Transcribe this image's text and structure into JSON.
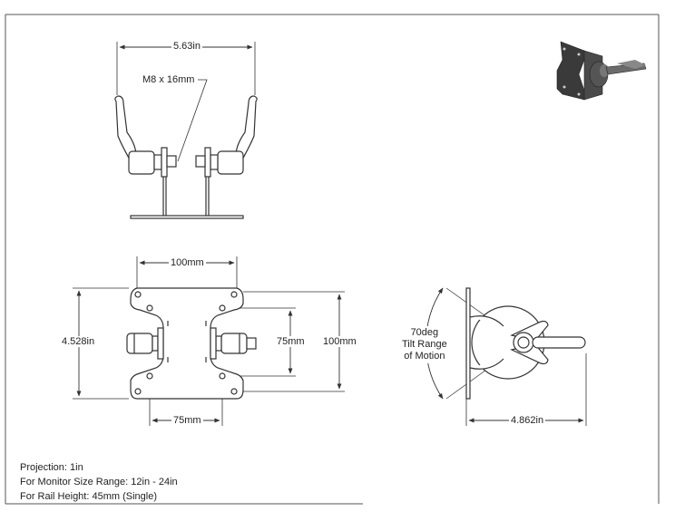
{
  "dimensions": {
    "top_width": "5.63in",
    "fastener": "M8 x 16mm",
    "front_width": "100mm",
    "front_height": "4.528in",
    "inner_height": "75mm",
    "outer_height": "100mm",
    "bottom_width": "75mm",
    "side_depth": "4.862in"
  },
  "tilt_label": [
    "70deg",
    "Tilt Range",
    "of Motion"
  ],
  "notes": [
    "Projection: 1in",
    "For Monitor Size Range: 12in - 24in",
    "For Rail Height: 45mm (Single)"
  ],
  "colors": {
    "line": "#333333",
    "part_fill": "#ffffff",
    "render_dark": "#3a3a3a"
  }
}
